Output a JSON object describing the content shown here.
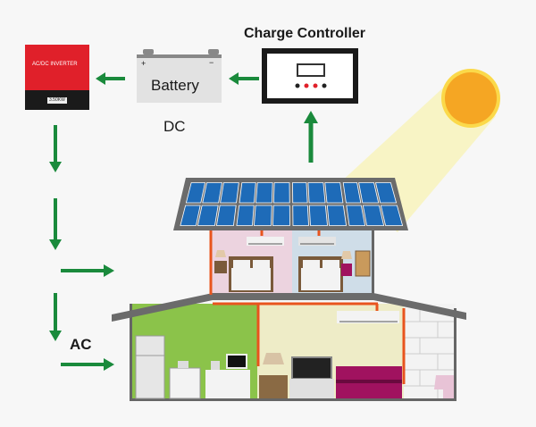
{
  "title": "Charge Controller",
  "battery": {
    "label": "Battery",
    "plus": "+",
    "minus": "−"
  },
  "inverter": {
    "label": "AC/DC INVERTER",
    "rating": "3.50KW"
  },
  "labels": {
    "dc": "DC",
    "ac": "AC"
  },
  "colors": {
    "arrow": "#1a8a3c",
    "wire": "#e8541e",
    "panel": "#1e6bb8",
    "sun": "#f5a623",
    "inverter_red": "#e0202a"
  }
}
